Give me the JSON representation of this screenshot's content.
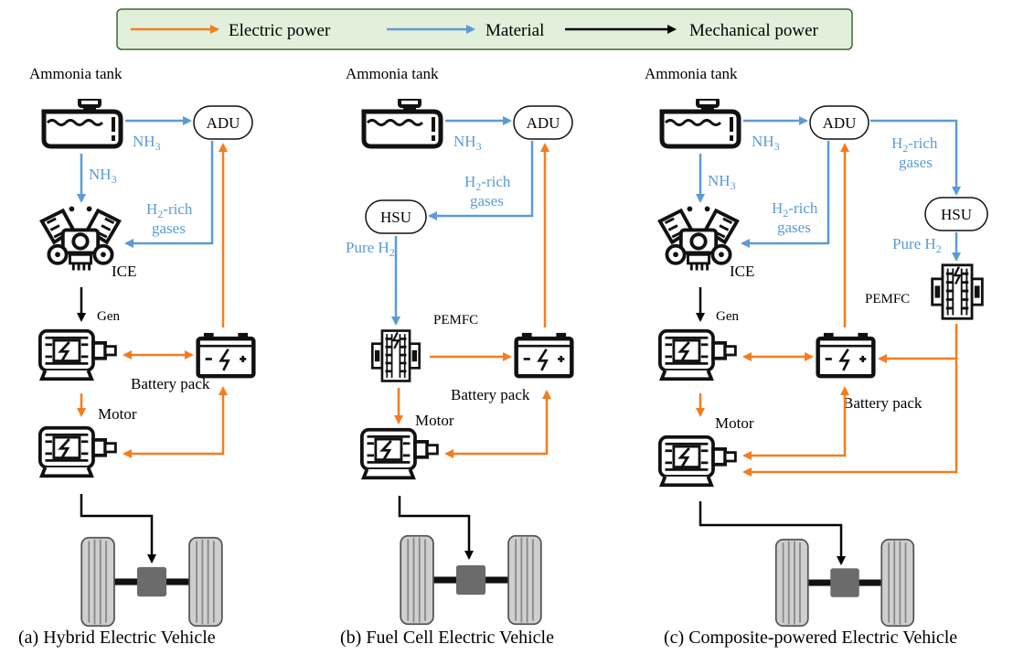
{
  "legend": {
    "electric": "Electric power",
    "material": "Material",
    "mechanical": "Mechanical power"
  },
  "colors": {
    "electric": "#f57c1f",
    "material": "#5b9bd5",
    "mechanical": "#000000",
    "legend_bg": "#e2efda",
    "legend_border": "#3f6b2d"
  },
  "labels": {
    "ammonia_tank": "Ammonia tank",
    "adu": "ADU",
    "hsu": "HSU",
    "nh3_main": "NH",
    "nh3_sub": "3",
    "h2_main": "H",
    "h2_sub": "2",
    "rich_suffix": "-rich",
    "gases": "gases",
    "pure": "Pure H",
    "ice": "ICE",
    "gen": "Gen",
    "motor": "Motor",
    "battery": "Battery pack",
    "pemfc": "PEMFC"
  },
  "captions": {
    "a": "(a) Hybrid Electric Vehicle",
    "b": "(b) Fuel Cell Electric Vehicle",
    "c": "(c) Composite-powered  Electric Vehicle"
  },
  "icons": [
    "tank-icon",
    "engine-icon",
    "electric-motor-icon",
    "battery-icon",
    "fuel-cell-icon",
    "axle-wheels-icon"
  ]
}
